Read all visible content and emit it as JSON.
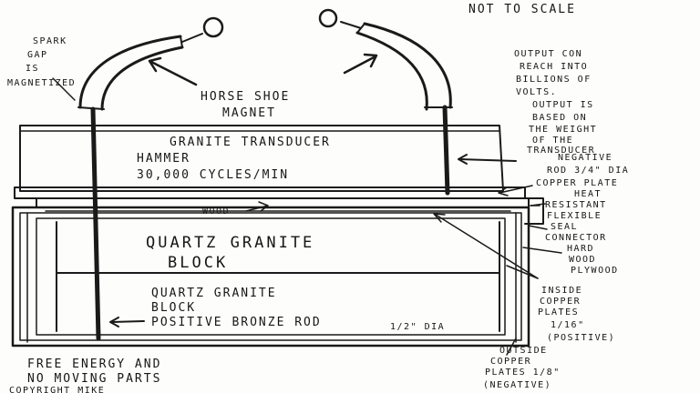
{
  "header": {
    "scale_note": "NOT TO SCALE"
  },
  "labels": {
    "spark_gap": [
      "SPARK",
      "GAP",
      "IS",
      "MAGNETIZED"
    ],
    "horse_shoe": [
      "HORSE SHOE",
      "MAGNET"
    ],
    "output_reach": [
      "OUTPUT CON",
      "REACH INTO",
      "BILLIONS OF",
      "VOLTS."
    ],
    "output_based": [
      "OUTPUT IS",
      "BASED ON",
      "THE WEIGHT",
      "OF THE",
      "TRANSDUCER"
    ],
    "transducer": [
      "GRANITE TRANSDUCER",
      "HAMMER",
      "30,000 CYCLES/MIN"
    ],
    "negative_rod": [
      "NEGATIVE",
      "ROD 3/4\" DIA"
    ],
    "copper_plate": "COPPER PLATE",
    "heat_seal": [
      "HEAT",
      "RESISTANT",
      "FLEXIBLE",
      "SEAL"
    ],
    "wood": "WOOD",
    "connector": "CONNECTOR",
    "block1": [
      "QUARTZ GRANITE",
      "BLOCK"
    ],
    "hardwood": [
      "HARD",
      "WOOD",
      "PLYWOOD"
    ],
    "block2": [
      "QUARTZ GRANITE",
      "BLOCK"
    ],
    "positive_rod": [
      "POSITIVE BRONZE ROD",
      "1/2\" DIA"
    ],
    "inside_copper": [
      "INSIDE",
      "COPPER",
      "PLATES",
      "1/16\"",
      "(POSITIVE)"
    ],
    "free_energy": [
      "FREE ENERGY AND",
      "NO MOVING PARTS"
    ],
    "outside_copper": [
      "OUTSIDE",
      "COPPER",
      "PLATES 1/8\"",
      "(NEGATIVE)"
    ],
    "copyright": "COPYRIGHT MIKE"
  }
}
